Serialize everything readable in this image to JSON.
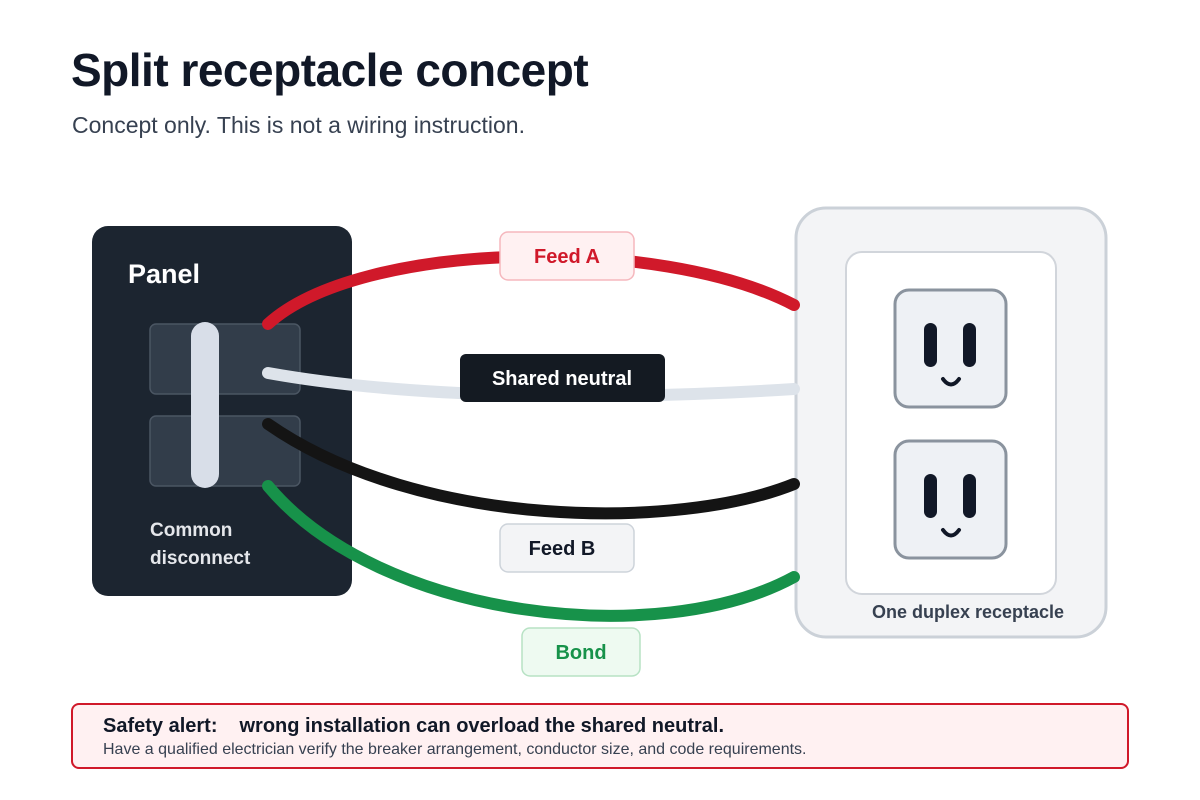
{
  "title": "Split receptacle concept",
  "subtitle": "Concept only. This is not a wiring instruction.",
  "panel": {
    "label": "Panel",
    "disconnect_line1": "Common",
    "disconnect_line2": "disconnect"
  },
  "receptacle": {
    "label": "One duplex receptacle"
  },
  "wires": {
    "feed_a": {
      "label": "Feed A",
      "color": "#d0192a"
    },
    "shared_neutral": {
      "label": "Shared neutral",
      "color": "#dde3ea"
    },
    "feed_b": {
      "label": "Feed B",
      "color": "#141414"
    },
    "bond": {
      "label": "Bond",
      "color": "#17924a"
    }
  },
  "alert": {
    "heading": "Safety alert:",
    "message": "wrong installation can overload the shared neutral.",
    "detail": "Have a qualified electrician verify the breaker arrangement, conductor size, and code requirements.",
    "color": "#d0192a"
  },
  "icons": {
    "outlet": "outlet-icon",
    "breaker": "breaker-icon"
  }
}
